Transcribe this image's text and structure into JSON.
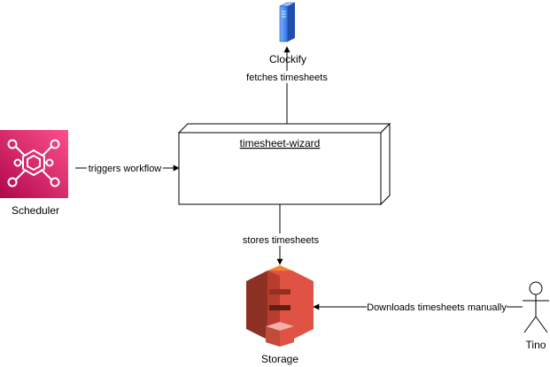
{
  "nodes": {
    "clockify": {
      "label": "Clockify",
      "icon": "server-icon",
      "color": "#1f64d6"
    },
    "timesheet_wizard": {
      "label": "timesheet-wizard",
      "shape": "3d-box"
    },
    "scheduler": {
      "label": "Scheduler",
      "icon": "eventbridge-scheduler-icon",
      "color": "#e7157b"
    },
    "storage": {
      "label": "Storage",
      "icon": "s3-bucket-icon",
      "color": "#e05243"
    },
    "tino": {
      "label": "Tino",
      "icon": "stick-figure-actor-icon"
    }
  },
  "edges": {
    "fetches": {
      "label": "fetches timesheets",
      "from": "timesheet-wizard",
      "to": "Clockify"
    },
    "triggers": {
      "label": "triggers workflow",
      "from": "Scheduler",
      "to": "timesheet-wizard"
    },
    "stores": {
      "label": "stores timesheets",
      "from": "timesheet-wizard",
      "to": "Storage"
    },
    "downloads": {
      "label": "Downloads timesheets manually",
      "from": "Tino",
      "to": "Storage"
    }
  }
}
